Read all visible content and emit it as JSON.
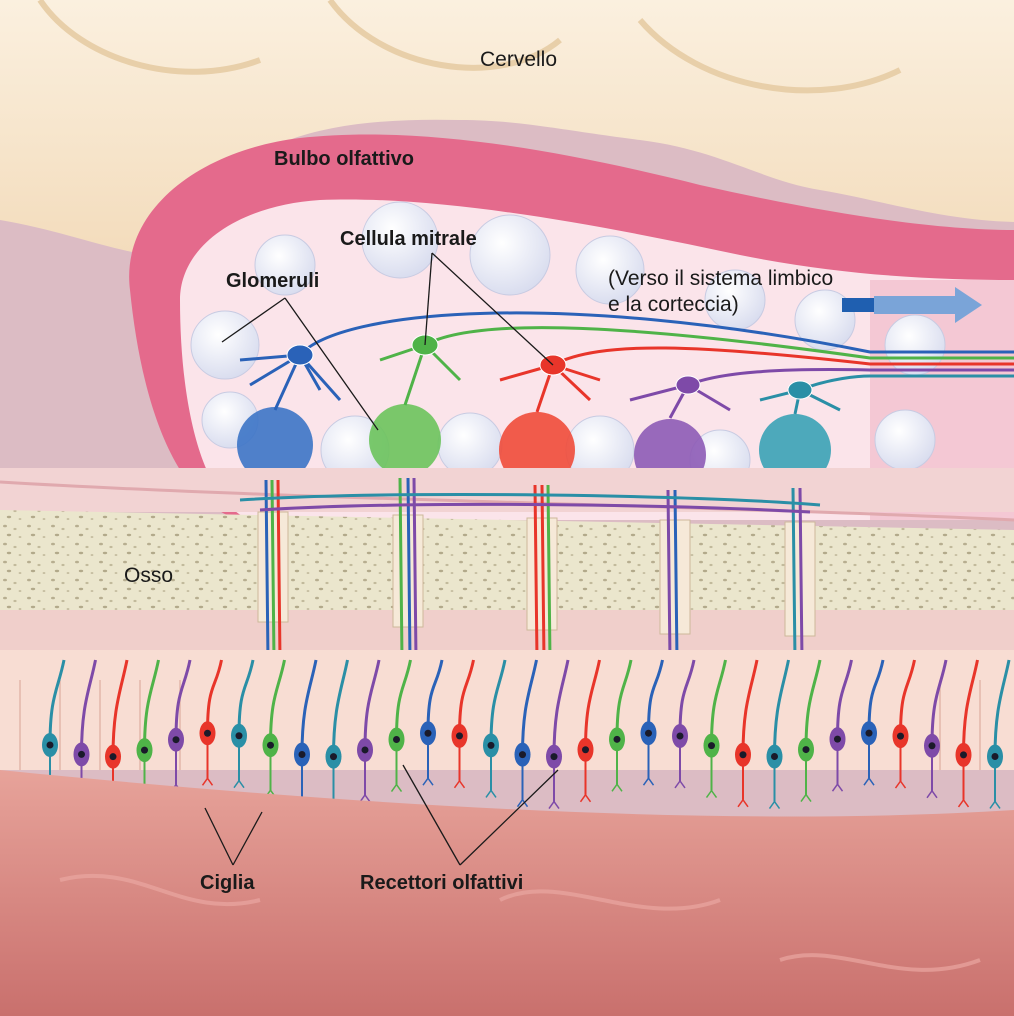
{
  "labels": {
    "brain": "Cervello",
    "olfactory_bulb": "Bulbo olfattivo",
    "mitral_cell": "Cellula mitrale",
    "glomeruli": "Glomeruli",
    "pathway_line1": "(Verso il sistema limbico",
    "pathway_line2": "e la corteccia)",
    "bone": "Osso",
    "cilia": "Ciglia",
    "receptors": "Recettori olfattivi"
  },
  "colors": {
    "blue": "#2a62b8",
    "green": "#4fb348",
    "red": "#e8352a",
    "purple": "#7e4aa8",
    "teal": "#2a8fa6",
    "bulb_pink": "#e06688",
    "bone": "#ece8d2",
    "mucosa": "#d98a84",
    "brain": "#f7e6cc"
  },
  "glomerulus_colors": [
    "blue",
    "green",
    "red",
    "purple",
    "teal"
  ],
  "receptor_colors": [
    "teal",
    "purple",
    "red",
    "green",
    "purple",
    "red",
    "teal",
    "green",
    "blue",
    "teal",
    "purple",
    "green",
    "blue",
    "red",
    "teal",
    "blue",
    "purple",
    "red",
    "green",
    "blue",
    "purple",
    "green",
    "red",
    "teal",
    "green",
    "purple",
    "blue",
    "red",
    "purple",
    "red",
    "teal"
  ]
}
